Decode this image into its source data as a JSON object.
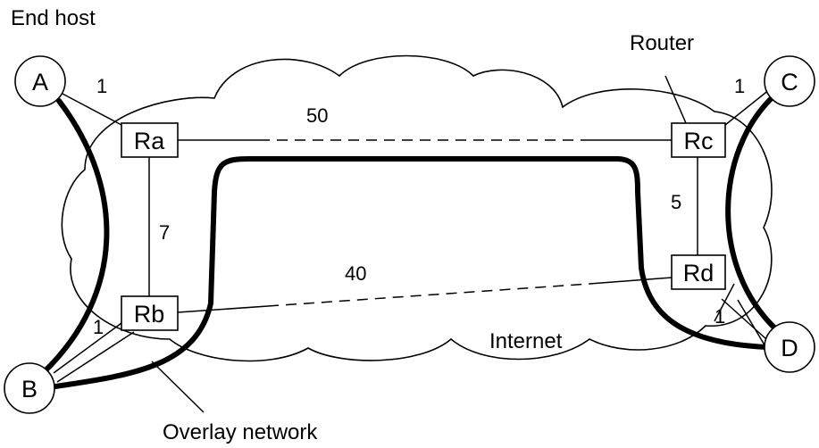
{
  "labels": {
    "end_host": "End host",
    "router": "Router",
    "internet": "Internet",
    "overlay_network": "Overlay network"
  },
  "hosts": {
    "a": "A",
    "b": "B",
    "c": "C",
    "d": "D"
  },
  "routers": {
    "ra": "Ra",
    "rb": "Rb",
    "rc": "Rc",
    "rd": "Rd"
  },
  "link_costs": {
    "a_ra": "1",
    "ra_rc": "50",
    "ra_rb": "7",
    "rb_rd": "40",
    "rc_rd": "5",
    "b_rb": "1",
    "c_rc": "1",
    "d_rd": "1"
  }
}
